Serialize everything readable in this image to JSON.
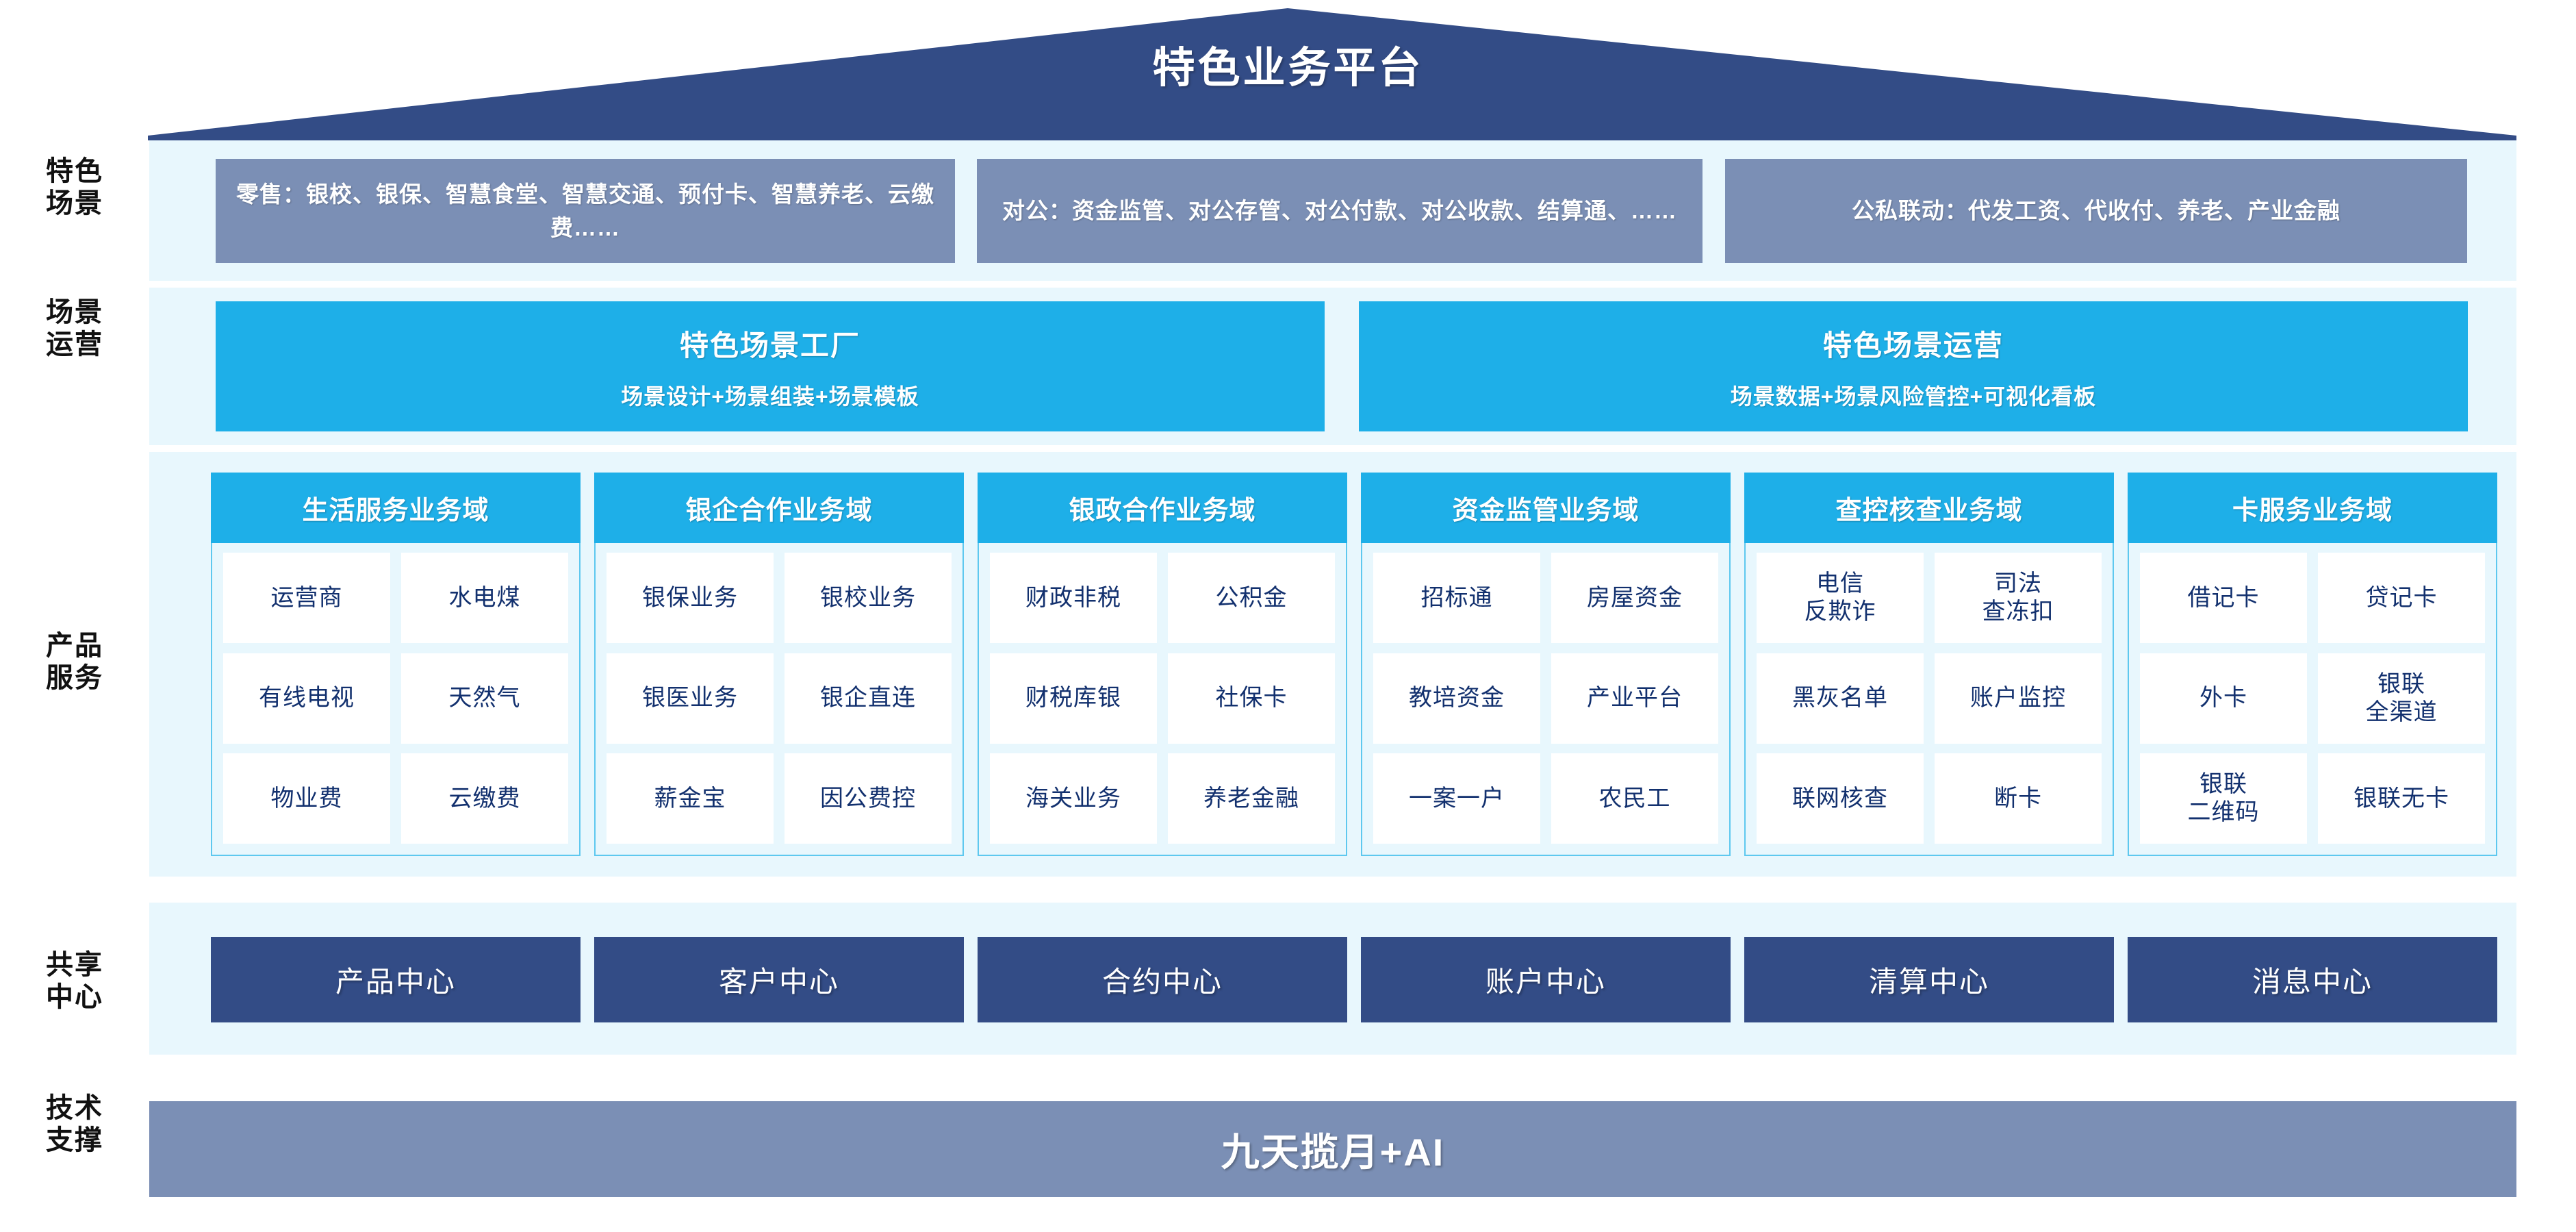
{
  "header": {
    "title": "特色业务平台",
    "roof_color": "#334c86"
  },
  "rail": {
    "labels": [
      {
        "line1": "特色",
        "line2": "场景"
      },
      {
        "line1": "场景",
        "line2": "运营"
      },
      {
        "line1": "产品",
        "line2": "服务"
      },
      {
        "line1": "共享",
        "line2": "中心"
      },
      {
        "line1": "技术",
        "line2": "支撑"
      }
    ]
  },
  "scenarios": {
    "boxes": [
      {
        "text": "零售：银校、银保、智慧食堂、智慧交通、预付卡、智慧养老、云缴费……"
      },
      {
        "text": "对公：资金监管、对公存管、对公付款、对公收款、结算通、……"
      },
      {
        "text": "公私联动：代发工资、代收付、养老、产业金融"
      }
    ],
    "box_color": "#7b8fb5"
  },
  "operations": {
    "boxes": [
      {
        "title": "特色场景工厂",
        "subtitle": "场景设计+场景组装+场景模板"
      },
      {
        "title": "特色场景运营",
        "subtitle": "场景数据+场景风险管控+可视化看板"
      }
    ],
    "box_color": "#1eafe8"
  },
  "product_domains": {
    "header_color": "#1eafe8",
    "cell_text_color": "#12306e",
    "columns": [
      {
        "title": "生活服务业务域",
        "rows": [
          [
            "运营商",
            "水电煤"
          ],
          [
            "有线电视",
            "天然气"
          ],
          [
            "物业费",
            "云缴费"
          ]
        ]
      },
      {
        "title": "银企合作业务域",
        "rows": [
          [
            "银保业务",
            "银校业务"
          ],
          [
            "银医业务",
            "银企直连"
          ],
          [
            "薪金宝",
            "因公费控"
          ]
        ]
      },
      {
        "title": "银政合作业务域",
        "rows": [
          [
            "财政非税",
            "公积金"
          ],
          [
            "财税库银",
            "社保卡"
          ],
          [
            "海关业务",
            "养老金融"
          ]
        ]
      },
      {
        "title": "资金监管业务域",
        "rows": [
          [
            "招标通",
            "房屋资金"
          ],
          [
            "教培资金",
            "产业平台"
          ],
          [
            "一案一户",
            "农民工"
          ]
        ]
      },
      {
        "title": "查控核查业务域",
        "rows": [
          [
            "电信\n反欺诈",
            "司法\n查冻扣"
          ],
          [
            "黑灰名单",
            "账户监控"
          ],
          [
            "联网核查",
            "断卡"
          ]
        ]
      },
      {
        "title": "卡服务业务域",
        "rows": [
          [
            "借记卡",
            "贷记卡"
          ],
          [
            "外卡",
            "银联\n全渠道"
          ],
          [
            "银联\n二维码",
            "银联无卡"
          ]
        ]
      }
    ]
  },
  "shared_centers": {
    "box_color": "#334c86",
    "items": [
      "产品中心",
      "客户中心",
      "合约中心",
      "账户中心",
      "清算中心",
      "消息中心"
    ]
  },
  "tech_support": {
    "label": "九天揽月+AI",
    "bar_color": "#7b8fb5"
  }
}
